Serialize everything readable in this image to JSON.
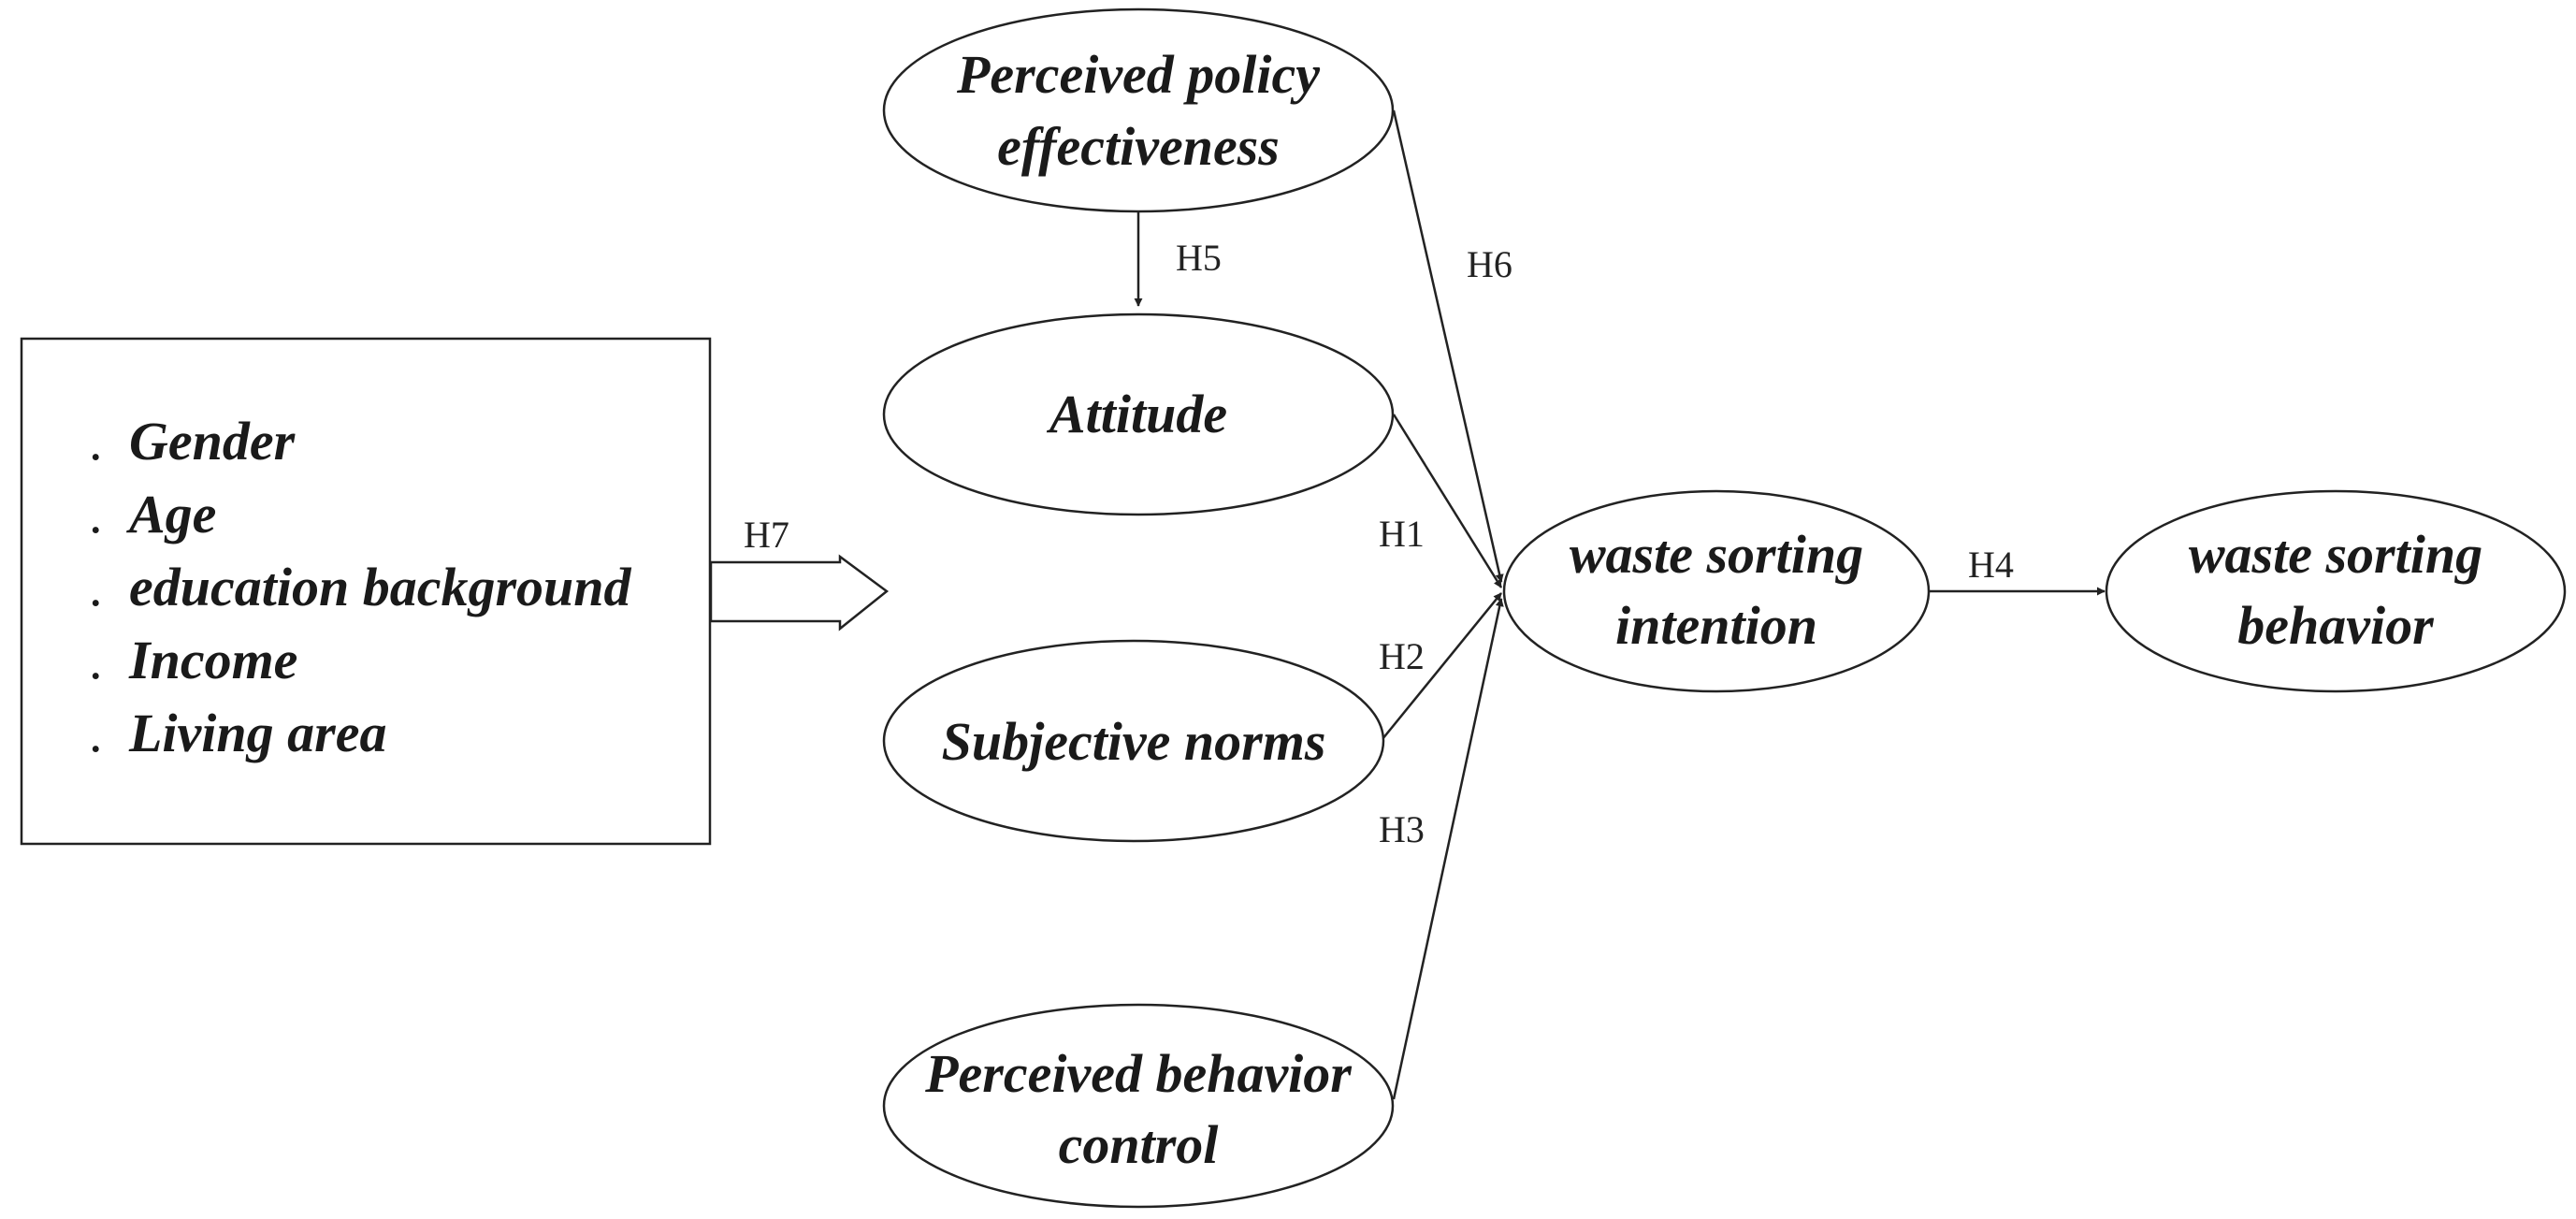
{
  "colors": {
    "line": "#222222",
    "text": "#1a1a1a",
    "background": "#ffffff"
  },
  "nodes": {
    "policy": {
      "lines": [
        "Perceived policy",
        "effectiveness"
      ]
    },
    "attitude": {
      "lines": [
        "Attitude"
      ]
    },
    "norms": {
      "lines": [
        "Subjective norms"
      ]
    },
    "control": {
      "lines": [
        "Perceived behavior",
        "control"
      ]
    },
    "intention": {
      "lines": [
        "waste sorting",
        "intention"
      ]
    },
    "behavior": {
      "lines": [
        "waste sorting",
        "behavior"
      ]
    }
  },
  "demographics": {
    "bullet_glyph": ".",
    "items": [
      "Gender",
      "Age",
      "education background",
      "Income",
      "Living area"
    ]
  },
  "hypotheses": {
    "h1": "H1",
    "h2": "H2",
    "h3": "H3",
    "h4": "H4",
    "h5": "H5",
    "h6": "H6",
    "h7": "H7"
  }
}
